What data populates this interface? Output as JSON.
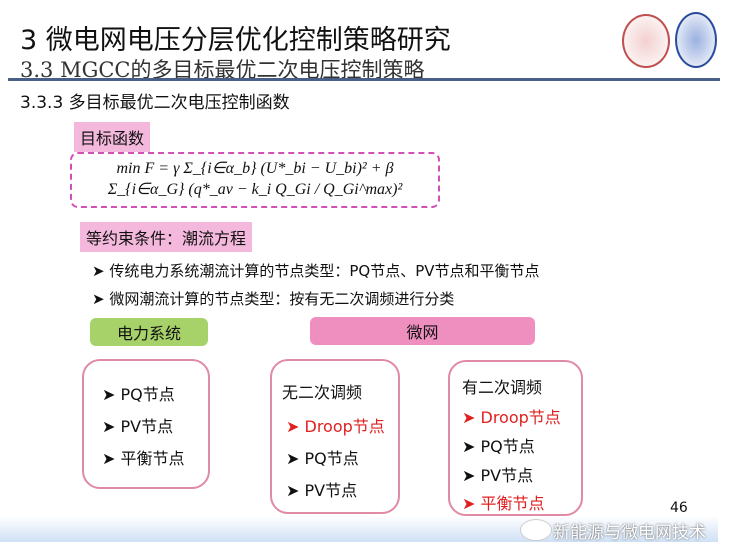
{
  "header": {
    "title": "3 微电网电压分层优化控制策略研究",
    "subtitle": "3.3 MGCC的多目标最优二次电压控制策略"
  },
  "section": "3.3.3 多目标最优二次电压控制函数",
  "objective_label": "目标函数",
  "formula": "min F = γ Σ_{i∈α_b} (U*_bi − U_bi)² + β Σ_{i∈α_G} (q*_av − k_i Q_Gi / Q_Gi^max)²",
  "constraint_label": "等约束条件：潮流方程",
  "bullets": [
    "传统电力系统潮流计算的节点类型：PQ节点、PV节点和平衡节点",
    "微网潮流计算的节点类型：按有无二次调频进行分类"
  ],
  "groups": {
    "power_system": "电力系统",
    "microgrid": "微网"
  },
  "box1": [
    "PQ节点",
    "PV节点",
    "平衡节点"
  ],
  "box2": {
    "title": "无二次调频",
    "items": [
      "Droop节点",
      "PQ节点",
      "PV节点"
    ]
  },
  "box3": {
    "title": "有二次调频",
    "items": [
      "Droop节点",
      "PQ节点",
      "PV节点",
      "平衡节点"
    ]
  },
  "page_number": "46",
  "watermark": "新能源与微电网技术"
}
